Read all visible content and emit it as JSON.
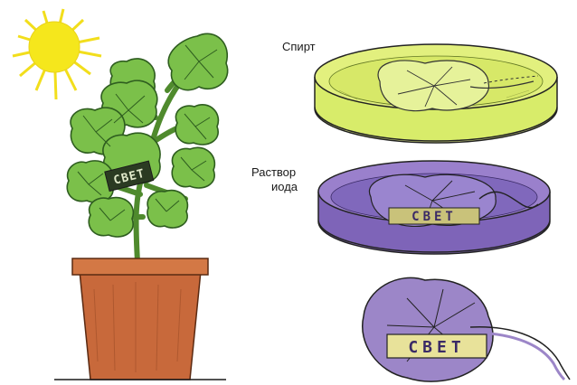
{
  "labels": {
    "alcohol": "Спирт",
    "iodine_line1": "Раствор",
    "iodine_line2": "иода"
  },
  "stencil_text": "СВЕТ",
  "colors": {
    "sun": "#f5e71c",
    "leaf": "#7bc04a",
    "leaf_dark": "#2e5d1f",
    "pot": "#c8693b",
    "alcohol_solution": "#d8ec6a",
    "iodine_solution": "#8a6fc2",
    "stained_leaf": "#9c86c8",
    "stencil_bg": "#e8e29a"
  },
  "icons": [
    "sun-icon",
    "potted-plant-icon",
    "petri-dish-icon",
    "leaf-icon"
  ]
}
